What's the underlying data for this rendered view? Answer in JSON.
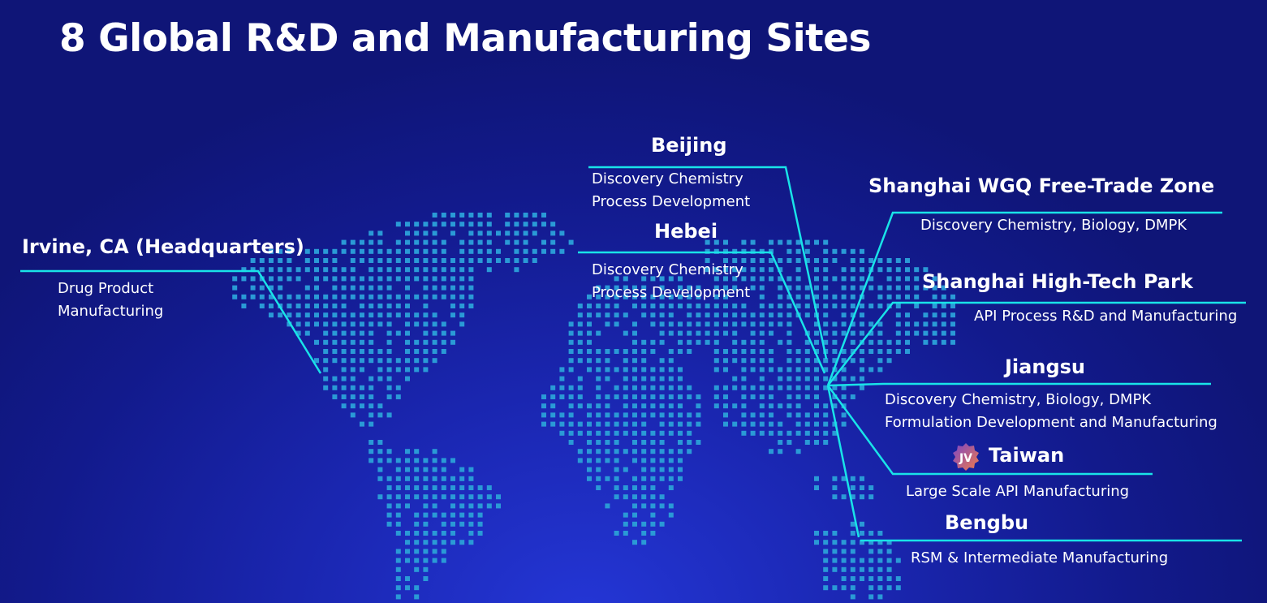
{
  "title": "8 Global R&D and Manufacturing Sites",
  "colors": {
    "accent_line": "#19e3e8",
    "map_dot": "#2a9ad6",
    "jv_badge_start": "#7b45c9",
    "jv_badge_end": "#f07a4a"
  },
  "sites": [
    {
      "name": "Irvine, CA (Headquarters)",
      "lines": [
        "Drug Product",
        "Manufacturing"
      ]
    },
    {
      "name": "Beijing",
      "lines": [
        "Discovery Chemistry",
        "Process Development"
      ]
    },
    {
      "name": "Hebei",
      "lines": [
        "Discovery Chemistry",
        "Process Development"
      ]
    },
    {
      "name": "Shanghai WGQ Free-Trade Zone",
      "lines": [
        "Discovery Chemistry, Biology, DMPK"
      ]
    },
    {
      "name": "Shanghai High-Tech Park",
      "lines": [
        "API Process R&D and Manufacturing"
      ]
    },
    {
      "name": "Jiangsu",
      "lines": [
        "Discovery Chemistry, Biology, DMPK",
        "Formulation Development and Manufacturing"
      ]
    },
    {
      "name": "Taiwan",
      "badge": "JV",
      "lines": [
        "Large Scale API Manufacturing"
      ]
    },
    {
      "name": "Bengbu",
      "lines": [
        "RSM & Intermediate Manufacturing"
      ]
    }
  ]
}
